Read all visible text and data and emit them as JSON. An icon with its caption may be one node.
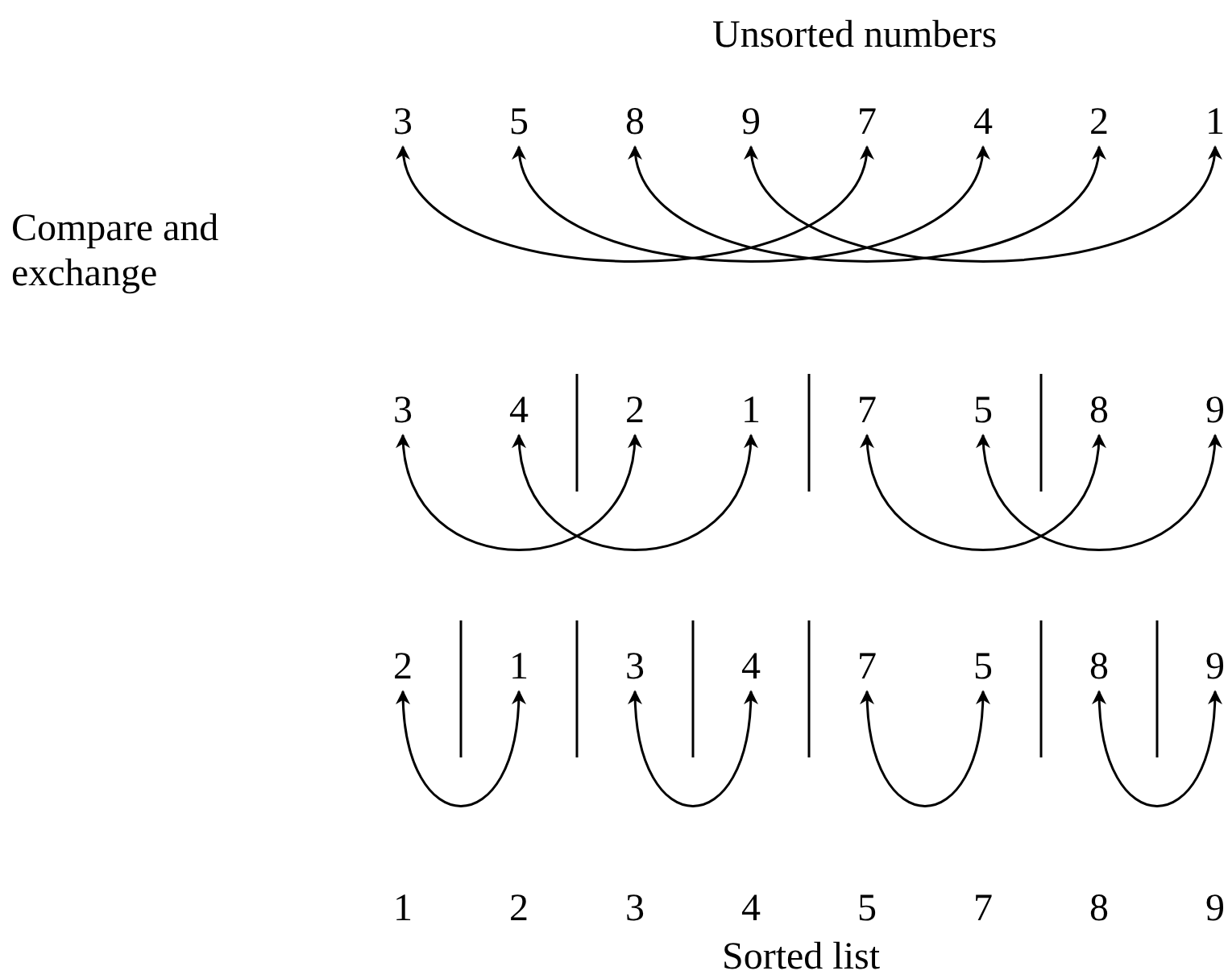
{
  "diagram": {
    "nodes": [
      {
        "text": [
          "3"
        ]
      },
      {
        "text": [
          "5"
        ]
      },
      {
        "text": [
          "8"
        ]
      },
      {
        "text": [
          "9"
        ]
      },
      {
        "text": [
          "7"
        ]
      },
      {
        "text": [
          "4"
        ]
      },
      {
        "text": [
          "2"
        ]
      },
      {
        "text": [
          "1"
        ]
      },
      {
        "text": [
          "3"
        ]
      },
      {
        "text": [
          "4"
        ]
      },
      {
        "text": [
          "2"
        ]
      },
      {
        "text": [
          "1"
        ]
      },
      {
        "text": [
          "7"
        ]
      },
      {
        "text": [
          "5"
        ]
      },
      {
        "text": [
          "8"
        ]
      },
      {
        "text": [
          "9"
        ]
      },
      {
        "text": [
          "2"
        ]
      },
      {
        "text": [
          "1"
        ]
      },
      {
        "text": [
          "3"
        ]
      },
      {
        "text": [
          "4"
        ]
      },
      {
        "text": [
          "7"
        ]
      },
      {
        "text": [
          "5"
        ]
      },
      {
        "text": [
          "8"
        ]
      },
      {
        "text": [
          "9"
        ]
      },
      {
        "text": [
          "1"
        ]
      },
      {
        "text": [
          "2"
        ]
      },
      {
        "text": [
          "3"
        ]
      },
      {
        "text": [
          "4"
        ]
      },
      {
        "text": [
          "5"
        ]
      },
      {
        "text": [
          "7"
        ]
      },
      {
        "text": [
          "8"
        ]
      },
      {
        "text": [
          "9"
        ]
      }
    ],
    "edges": [
      {
        "from": 0,
        "to": 4,
        "arrow": "both"
      },
      {
        "from": 1,
        "to": 5,
        "arrow": "both"
      },
      {
        "from": 2,
        "to": 6,
        "arrow": "both"
      },
      {
        "from": 3,
        "to": 7,
        "arrow": "both"
      },
      {
        "from": 8,
        "to": 10,
        "arrow": "both"
      },
      {
        "from": 9,
        "to": 11,
        "arrow": "both"
      },
      {
        "from": 12,
        "to": 14,
        "arrow": "both"
      },
      {
        "from": 13,
        "to": 15,
        "arrow": "both"
      },
      {
        "from": 16,
        "to": 17,
        "arrow": "both"
      },
      {
        "from": 18,
        "to": 19,
        "arrow": "both"
      },
      {
        "from": 20,
        "to": 21,
        "arrow": "both"
      },
      {
        "from": 22,
        "to": 23,
        "arrow": "both"
      }
    ],
    "labels": [
      "Unsorted numbers",
      "Compare and exchange",
      "Sorted list"
    ]
  }
}
